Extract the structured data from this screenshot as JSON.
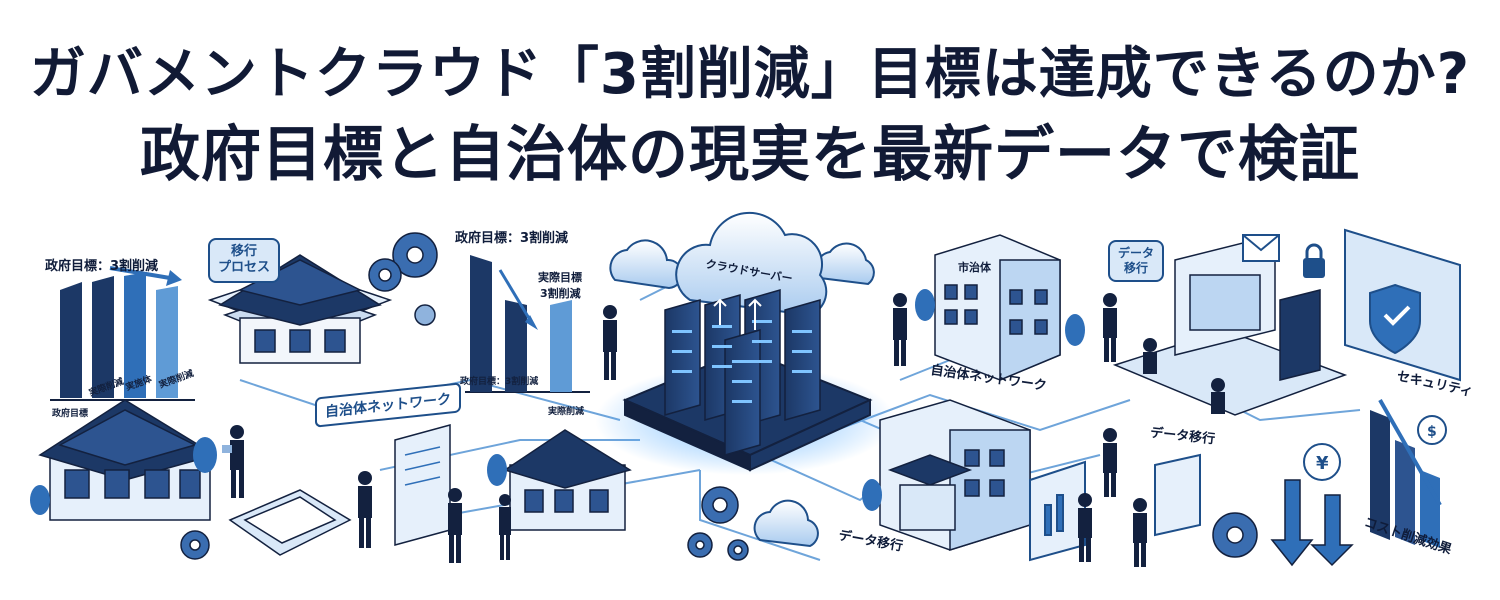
{
  "title": {
    "line1": "ガバメントクラウド「3割削減」目標は達成できるのか?",
    "line2": "政府目標と自治体の現実を最新データで検証"
  },
  "left_chart": {
    "title": "政府目標：3割削減",
    "ticks": [
      "政府目標",
      "実際削減",
      "実施体",
      "実際削減"
    ]
  },
  "center_chart": {
    "title": "政府目標：3割削減",
    "note_line1": "実際目標",
    "note_line2": "3割削減",
    "tick_left": "政府目標：3割削減",
    "tick_right": "実際削減"
  },
  "bubbles": {
    "migration_process": [
      "移行",
      "プロセス"
    ],
    "data_migration": [
      "データ",
      "移行"
    ]
  },
  "labels": {
    "cloud_server": "クラウドサーバー",
    "municipal_network_left": "自治体ネットワーク",
    "municipal_network_right": "自治体ネットワーク",
    "city_hall": "市治体",
    "security": "セキュリティ",
    "data_migration_right": "データ移行",
    "data_migration_bottom": "データ移行",
    "cost_reduction": "コスト削減効果"
  },
  "colors": {
    "navy": "#1c3866",
    "dark_navy": "#13213f",
    "blue": "#2f6fb8",
    "light_blue": "#bcd6f2",
    "pale_blue": "#e6f0fb",
    "line_blue": "#5f9bd6",
    "glow": "#4ea7ff"
  }
}
